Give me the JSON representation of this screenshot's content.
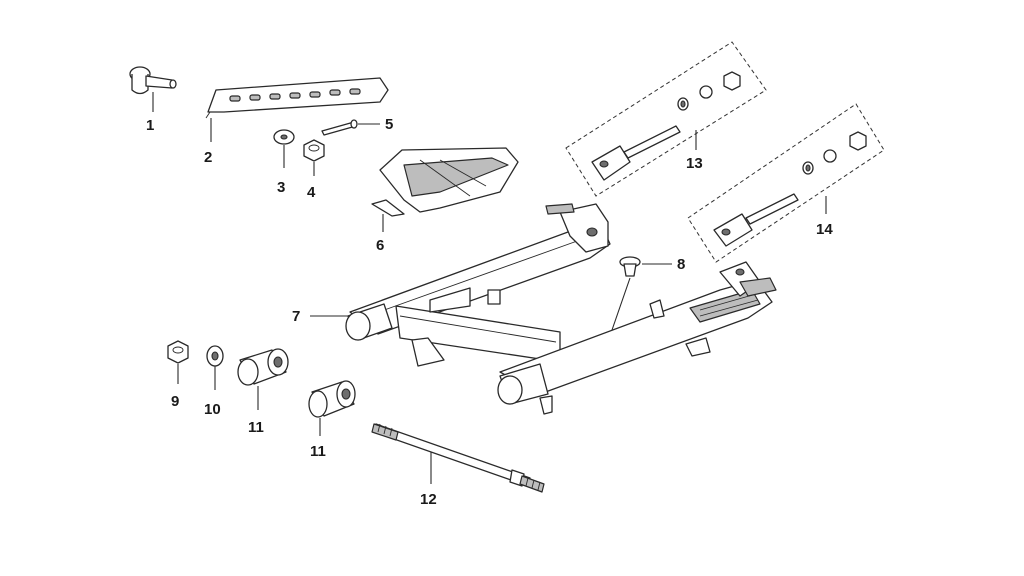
{
  "parts": [
    {
      "id": "part-1",
      "callout": "1",
      "icon": "bolt"
    },
    {
      "id": "part-2",
      "callout": "2",
      "icon": "perforated-bracket"
    },
    {
      "id": "part-3",
      "callout": "3",
      "icon": "washer"
    },
    {
      "id": "part-4",
      "callout": "4",
      "icon": "nut"
    },
    {
      "id": "part-5",
      "callout": "5",
      "icon": "pin"
    },
    {
      "id": "part-6",
      "callout": "6",
      "icon": "chain-guard"
    },
    {
      "id": "part-7",
      "callout": "7",
      "icon": "swing-arm"
    },
    {
      "id": "part-8",
      "callout": "8",
      "icon": "clip"
    },
    {
      "id": "part-9",
      "callout": "9",
      "icon": "nut"
    },
    {
      "id": "part-10",
      "callout": "10",
      "icon": "washer"
    },
    {
      "id": "part-11a",
      "callout": "11",
      "icon": "bushing"
    },
    {
      "id": "part-11b",
      "callout": "11",
      "icon": "bushing"
    },
    {
      "id": "part-12",
      "callout": "12",
      "icon": "pivot-shaft"
    },
    {
      "id": "part-13",
      "callout": "13",
      "icon": "chain-adjuster-kit"
    },
    {
      "id": "part-14",
      "callout": "14",
      "icon": "chain-adjuster-kit"
    }
  ]
}
